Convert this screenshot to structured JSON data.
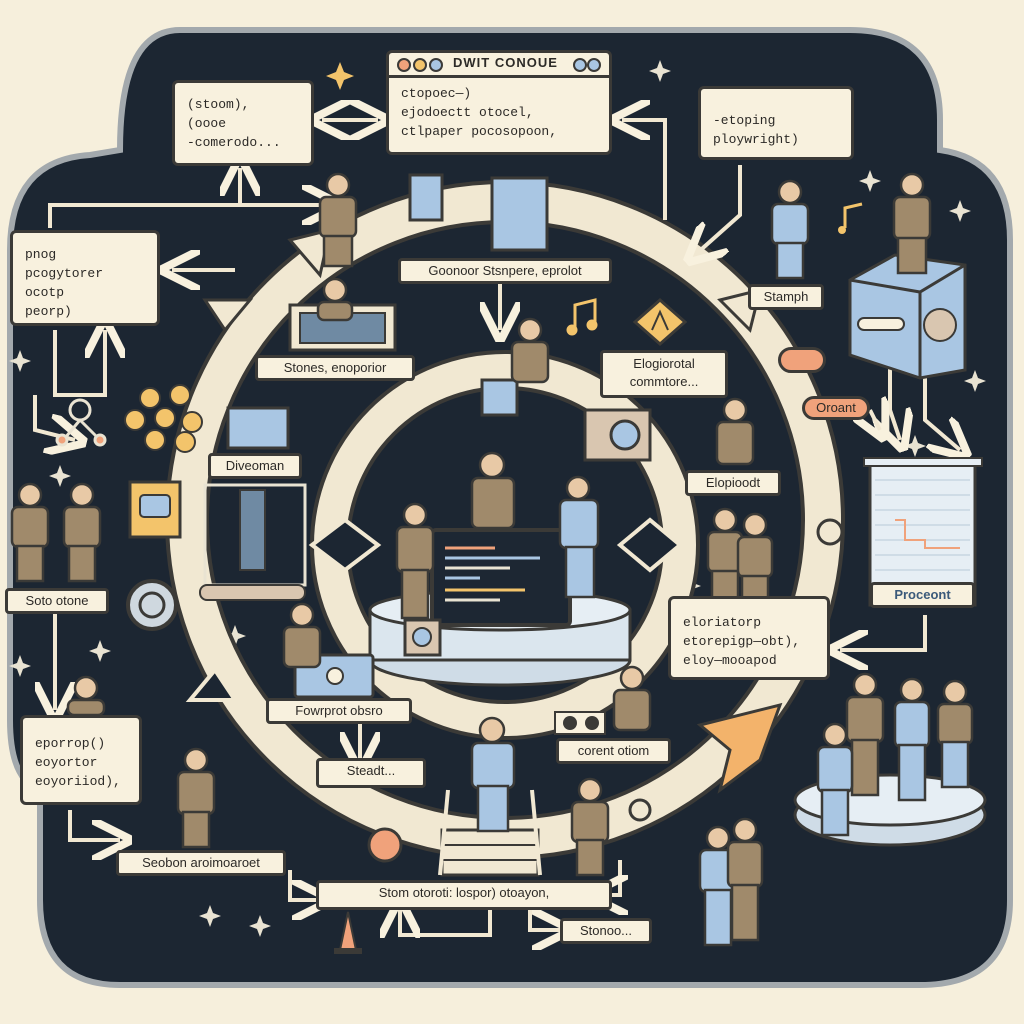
{
  "colors": {
    "background": "#f6efdc",
    "panel": "#1c2632",
    "paper": "#f8f1de",
    "outline": "#3b3a37",
    "accent_blue": "#a9c6e3",
    "accent_orange": "#f0a27b",
    "accent_yellow": "#f3c46b",
    "suit_brown": "#a08a6b"
  },
  "icons": [
    "gear-icon",
    "camera-icon",
    "music-note-icon",
    "warning-sign-icon",
    "traffic-cone-icon",
    "star-icon",
    "network-node-icon",
    "cube-icon",
    "monitor-icon"
  ],
  "terminal": {
    "title": "DWIT CONOUE",
    "lines": [
      "ctopoec—)",
      "ejodoectt otocel,",
      "ctlpaper pocosopoon,"
    ]
  },
  "boxes": {
    "top_left": [
      "(stoom),",
      "(oooe",
      "-comerodo..."
    ],
    "top_right": [
      "-etoping",
      "ploywright)"
    ],
    "left": [
      "pnog",
      "pcogytorer",
      "ocotp",
      "peorp)"
    ],
    "mid_right": [
      "eloriatorp",
      "etorepigp—obt),",
      "eloy—mooapod"
    ],
    "bottom_left": [
      "eporrop()",
      "eoyortor",
      "eoyoriiod),"
    ]
  },
  "labels": {
    "ring_top": "Goonoor Stsnpere, eprolot",
    "stones": "Stones, enoporior",
    "stamph": "Stamph",
    "elogrit": "Elogiorotal commtore...",
    "oroant": "Oroant",
    "diveoman": "Diveoman",
    "elepiodet": "Elopioodt",
    "proceont": "Proceont",
    "sato_otone": "Soto otone",
    "forerprot": "Fowrprot obsro",
    "corent_otiom": "corent otiom",
    "steadt": "Steadt...",
    "seobon": "Seobon aroimoaroet",
    "bottom_center": "Stom otoroti: lospor)    otoayon,",
    "stonoo": "Stonoo..."
  }
}
